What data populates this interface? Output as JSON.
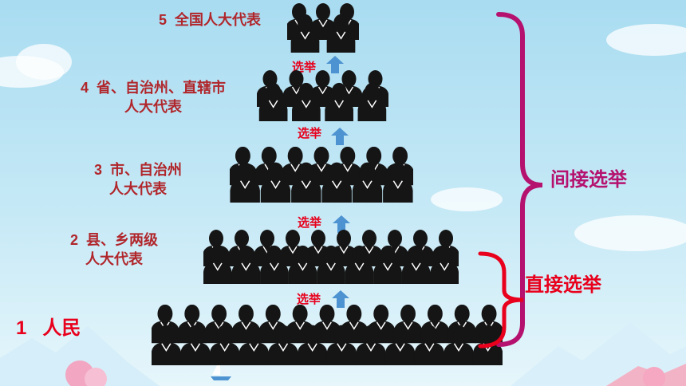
{
  "levels": [
    {
      "number": "5",
      "lines": [
        "全国人大代表"
      ]
    },
    {
      "number": "4",
      "lines": [
        "省、自治州、直辖市",
        "人大代表"
      ]
    },
    {
      "number": "3",
      "lines": [
        "市、自治州",
        "人大代表"
      ]
    },
    {
      "number": "2",
      "lines": [
        "县、乡两级",
        "人大代表"
      ]
    }
  ],
  "people": {
    "number": "1",
    "label": "人民"
  },
  "vote_label": "选举",
  "indirect_label": "间接选举",
  "direct_label": "直接选举",
  "colors": {
    "level_text": "#b0262b",
    "vote_text": "#e8001c",
    "arrow": "#4d93d1",
    "indirect_brace": "#b5126f",
    "direct_brace": "#e8001c"
  }
}
